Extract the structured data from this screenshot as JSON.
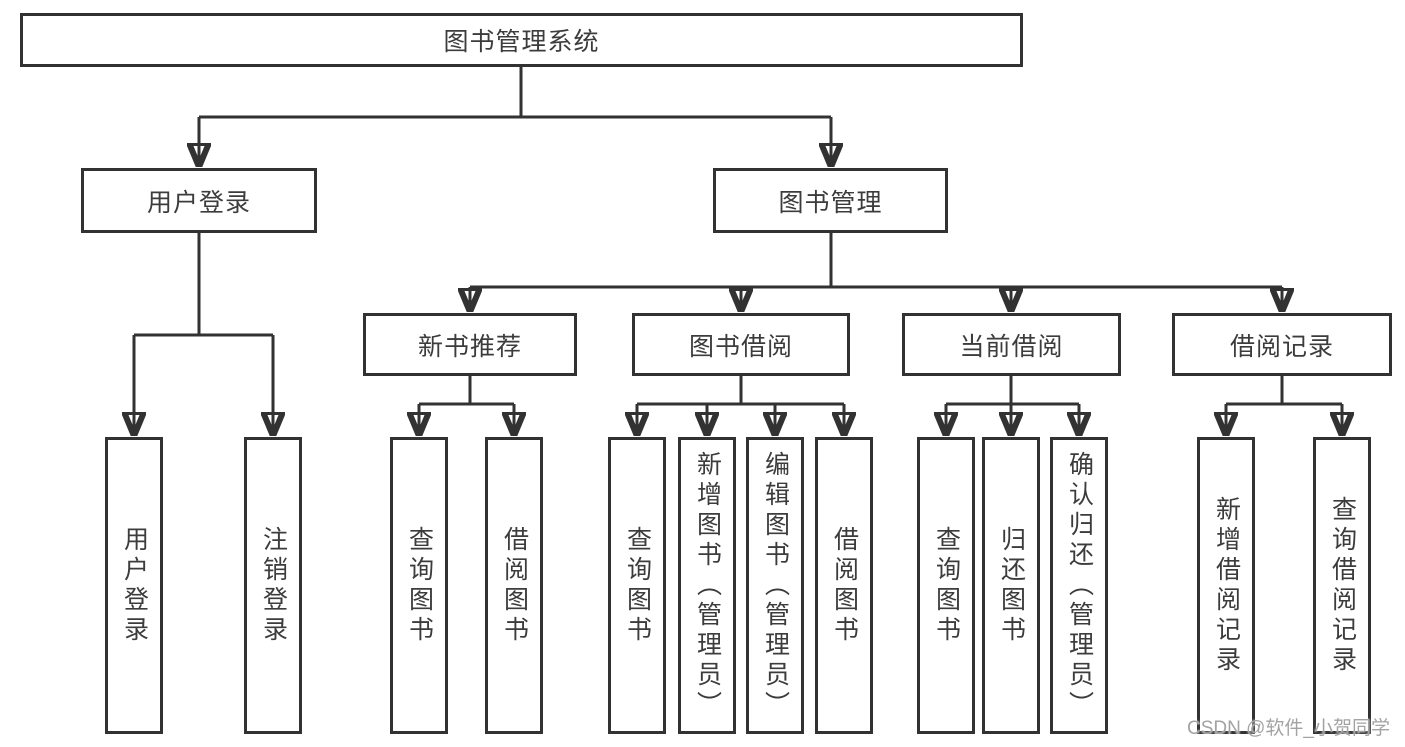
{
  "root": {
    "label": "图书管理系统"
  },
  "branches": [
    {
      "label": "用户登录",
      "children": [
        {
          "label": "用户登录"
        },
        {
          "label": "注销登录"
        }
      ]
    },
    {
      "label": "图书管理",
      "sections": [
        {
          "label": "新书推荐",
          "children": [
            {
              "label": "查询图书"
            },
            {
              "label": "借阅图书"
            }
          ]
        },
        {
          "label": "图书借阅",
          "children": [
            {
              "label": "查询图书"
            },
            {
              "label": "新增图书（管理员）"
            },
            {
              "label": "编辑图书（管理员）"
            },
            {
              "label": "借阅图书"
            }
          ]
        },
        {
          "label": "当前借阅",
          "children": [
            {
              "label": "查询图书"
            },
            {
              "label": "归还图书"
            },
            {
              "label": "确认归还（管理员）"
            }
          ]
        },
        {
          "label": "借阅记录",
          "children": [
            {
              "label": "新增借阅记录"
            },
            {
              "label": "查询借阅记录"
            }
          ]
        }
      ]
    }
  ],
  "watermark": {
    "text": "CSDN @软件_小贺同学"
  },
  "colors": {
    "line": "#323232",
    "text": "#3c3c3c",
    "background": "#ffffff",
    "watermark": "#a3a3a3"
  }
}
